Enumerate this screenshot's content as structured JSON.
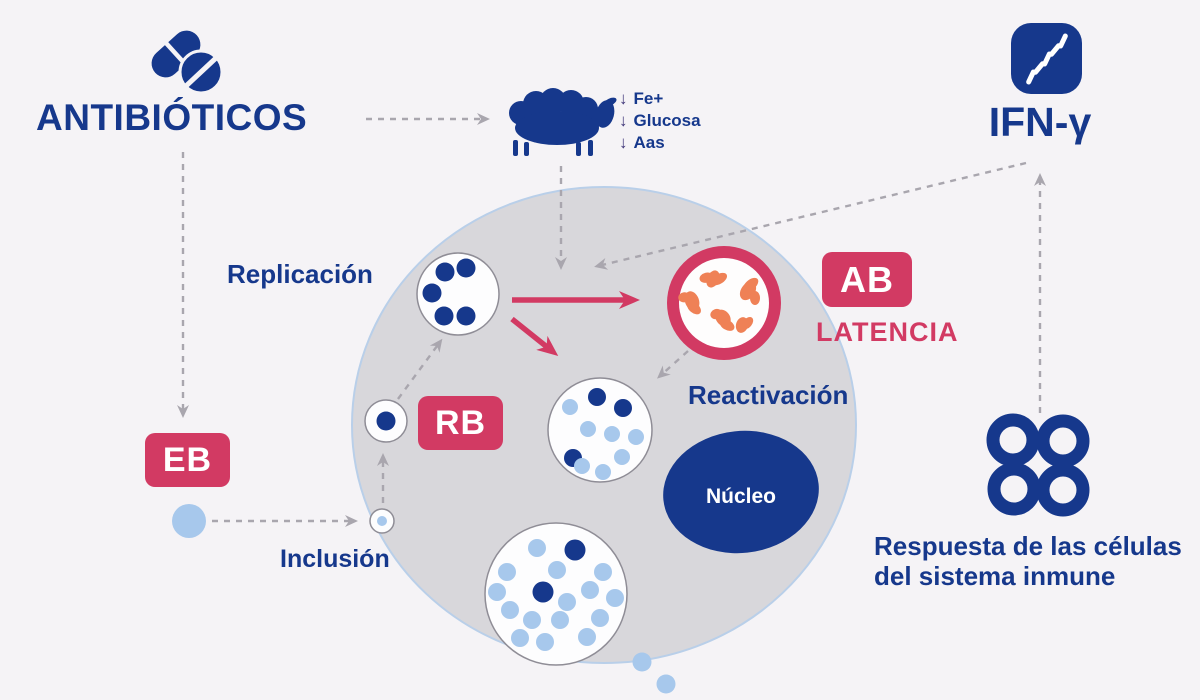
{
  "palette": {
    "navy": "#16388c",
    "light_blue": "#a7c8ec",
    "crimson": "#d23a63",
    "orange": "#ef8156",
    "cell_gray": "#d8d7db",
    "background": "#f5f3f6",
    "dash_gray": "#a9a6ae",
    "down_arrow": "#3f3679"
  },
  "antibiotics": {
    "label": "ANTIBIÓTICOS",
    "icon": "pills-icon"
  },
  "sheep": {
    "icon": "sheep-icon",
    "factors": [
      {
        "arrow": "↓",
        "label": "Fe+"
      },
      {
        "arrow": "↓",
        "label": "Glucosa"
      },
      {
        "arrow": "↓",
        "label": "Aas"
      }
    ]
  },
  "ifn": {
    "label": "IFN-γ",
    "icon": "cytokine-coil-icon"
  },
  "immune": {
    "icon": "immune-cells-icon",
    "line1": "Respuesta de las células",
    "line2": "del sistema inmune"
  },
  "badges": {
    "eb": "EB",
    "rb": "RB",
    "ab": "AB"
  },
  "labels": {
    "replication": "Replicación",
    "latency": "LATENCIA",
    "reactivation": "Reactivación",
    "inclusion": "Inclusión",
    "nucleus": "Núcleo"
  }
}
